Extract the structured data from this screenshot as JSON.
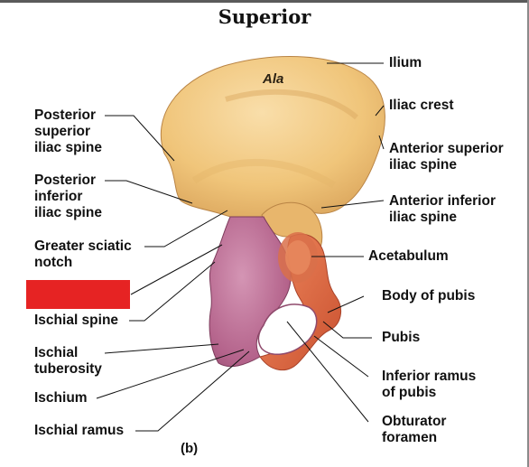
{
  "figure": {
    "title": "Superior",
    "panel_label": "(b)",
    "region_label": "Ala",
    "labels": {
      "ilium": "Ilium",
      "iliac_crest": "Iliac crest",
      "anterior_superior_iliac_spine": "Anterior superior\niliac spine",
      "anterior_inferior_iliac_spine": "Anterior inferior\niliac spine",
      "acetabulum": "Acetabulum",
      "body_of_pubis": "Body of pubis",
      "pubis": "Pubis",
      "inferior_ramus_of_pubis": "Inferior ramus\nof pubis",
      "obturator_foramen": "Obturator\nforamen",
      "posterior_superior_iliac_spine": "Posterior\nsuperior\niliac spine",
      "posterior_inferior_iliac_spine": "Posterior\ninferior\niliac spine",
      "greater_sciatic_notch": "Greater sciatic\nnotch",
      "ischial_spine": "Ischial spine",
      "ischial_tuberosity": "Ischial\ntuberosity",
      "ischium": "Ischium",
      "ischial_ramus": "Ischial ramus"
    },
    "colors": {
      "ilium": "#f3c87c",
      "ischium": "#b8658e",
      "pubis": "#e0663e",
      "redaction": "#e62323"
    }
  }
}
